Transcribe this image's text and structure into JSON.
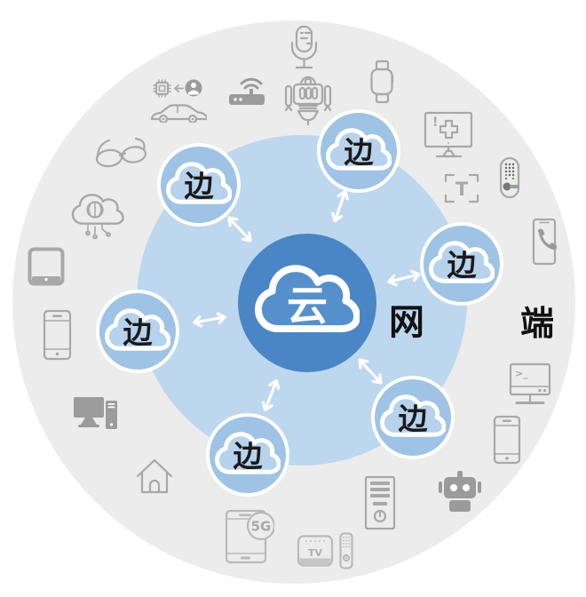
{
  "labels": {
    "center_cloud": "云",
    "edge_cloud": "边",
    "network": "网",
    "endpoint": "端"
  },
  "icon_labels": {
    "tv": "TV",
    "five_g": "5G",
    "terminal_prompt": ">_",
    "text_recognition": "T",
    "alert": "!"
  },
  "colors": {
    "outer_ring_gray": "#ececec",
    "network_ring_blue": "#bdd7ee",
    "edge_node_blue": "#9fc3e5",
    "edge_cloud_fill": "#b6d2ec",
    "center_node_blue": "#4a86c6",
    "center_cloud_fill": "#5590cd",
    "icon_gray": "#a8a8a8",
    "label_black": "#1a1a1a",
    "lock_dot_green": "#4caf50",
    "lock_dot_red": "#d9534f"
  },
  "device_icons": [
    "microphone",
    "robot",
    "smart-watch",
    "medical-monitor",
    "text-recognition",
    "smart-door-lock",
    "telephone",
    "terminal-computer",
    "smartphone",
    "robot-solid",
    "pc-tower",
    "remote-control",
    "tv-box",
    "5g-phone",
    "smart-home-house",
    "desktop-computer",
    "smartphone",
    "tablet",
    "ai-brain-cloud",
    "smart-glasses",
    "car",
    "ai-chip-face-recognition",
    "wifi-router"
  ]
}
